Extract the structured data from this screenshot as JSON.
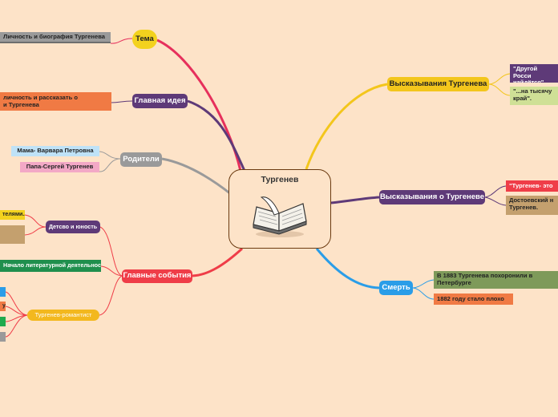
{
  "center": {
    "title": "Тургенев",
    "icon": "open-book-icon"
  },
  "colors": {
    "tema": "#f3d21e",
    "idea": "#5e3a78",
    "parents": "#9a9a9a",
    "events": "#ef3d48",
    "quotes_t": "#f3c61c",
    "quotes_about": "#5e3a78",
    "death": "#2a9de8"
  },
  "branches": {
    "tema": {
      "label": "Тема",
      "children": [
        "Личность и биография Тургенева"
      ]
    },
    "idea": {
      "label": "Главная идея",
      "children": [
        "личность и рассказать о\nи Тургенева"
      ]
    },
    "parents": {
      "label": "Родители",
      "children": [
        "Мама- Варвара Петровна",
        "Папа-Сергей Тургенев"
      ]
    },
    "events": {
      "label": "Главные события",
      "childhood": {
        "label": "Детсво и юность",
        "children": [
          "телями..",
          ""
        ]
      },
      "start": "Начало литературной деятельности",
      "romantic": {
        "label": "Тургенев-романтист",
        "children": [
          "",
          "у",
          "",
          ""
        ]
      }
    },
    "quotes_t": {
      "label": "Высказывания Тургенева",
      "children": [
        "\"Другой Росси\nнайдётся\".",
        "\"...на тысячу\nкрай\"."
      ]
    },
    "quotes_about": {
      "label": "Высказывания о Тургеневе",
      "children": [
        "\"Тургенев- это",
        "Достоевский н\nТургенев."
      ]
    },
    "death": {
      "label": "Смерть",
      "children": [
        "В 1883 Тургенева похоронили в\nПетербурге",
        "1882 году стало плохо"
      ]
    }
  }
}
